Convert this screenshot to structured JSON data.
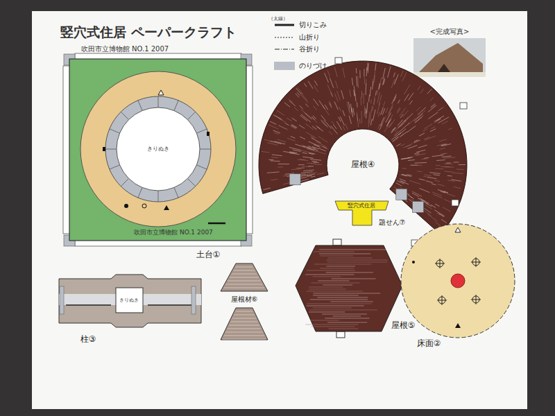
{
  "diagram": {
    "title": "竪穴式住居 ペーパークラフト",
    "nodes": [
      {
        "text": [
          "吹田市立博物館 NO.1 2007",
          "土台①"
        ]
      },
      {
        "text": [
          "きりぬき"
        ],
        "in": 0
      },
      {
        "text": [
          "屋根④"
        ]
      },
      {
        "text": [
          "竪穴式住居",
          "題せん⑦"
        ]
      },
      {
        "text": [
          "柱③"
        ]
      },
      {
        "text": [
          "きりぬき"
        ],
        "in": 4
      },
      {
        "text": [
          "屋根材⑥"
        ]
      },
      {
        "text": [
          "屋根⑤"
        ]
      },
      {
        "text": [
          "床面②"
        ]
      }
    ],
    "edges": [],
    "labels": [
      "吹田市立博物館 NO.1 2007",
      "（太線）",
      "<完成写真>"
    ],
    "legend": [
      {
        "text": "切りこみ"
      },
      {
        "text": "山折り"
      },
      {
        "text": "谷折り"
      },
      {
        "text": "のりづけ",
        "color": "#b9bec6"
      }
    ]
  }
}
